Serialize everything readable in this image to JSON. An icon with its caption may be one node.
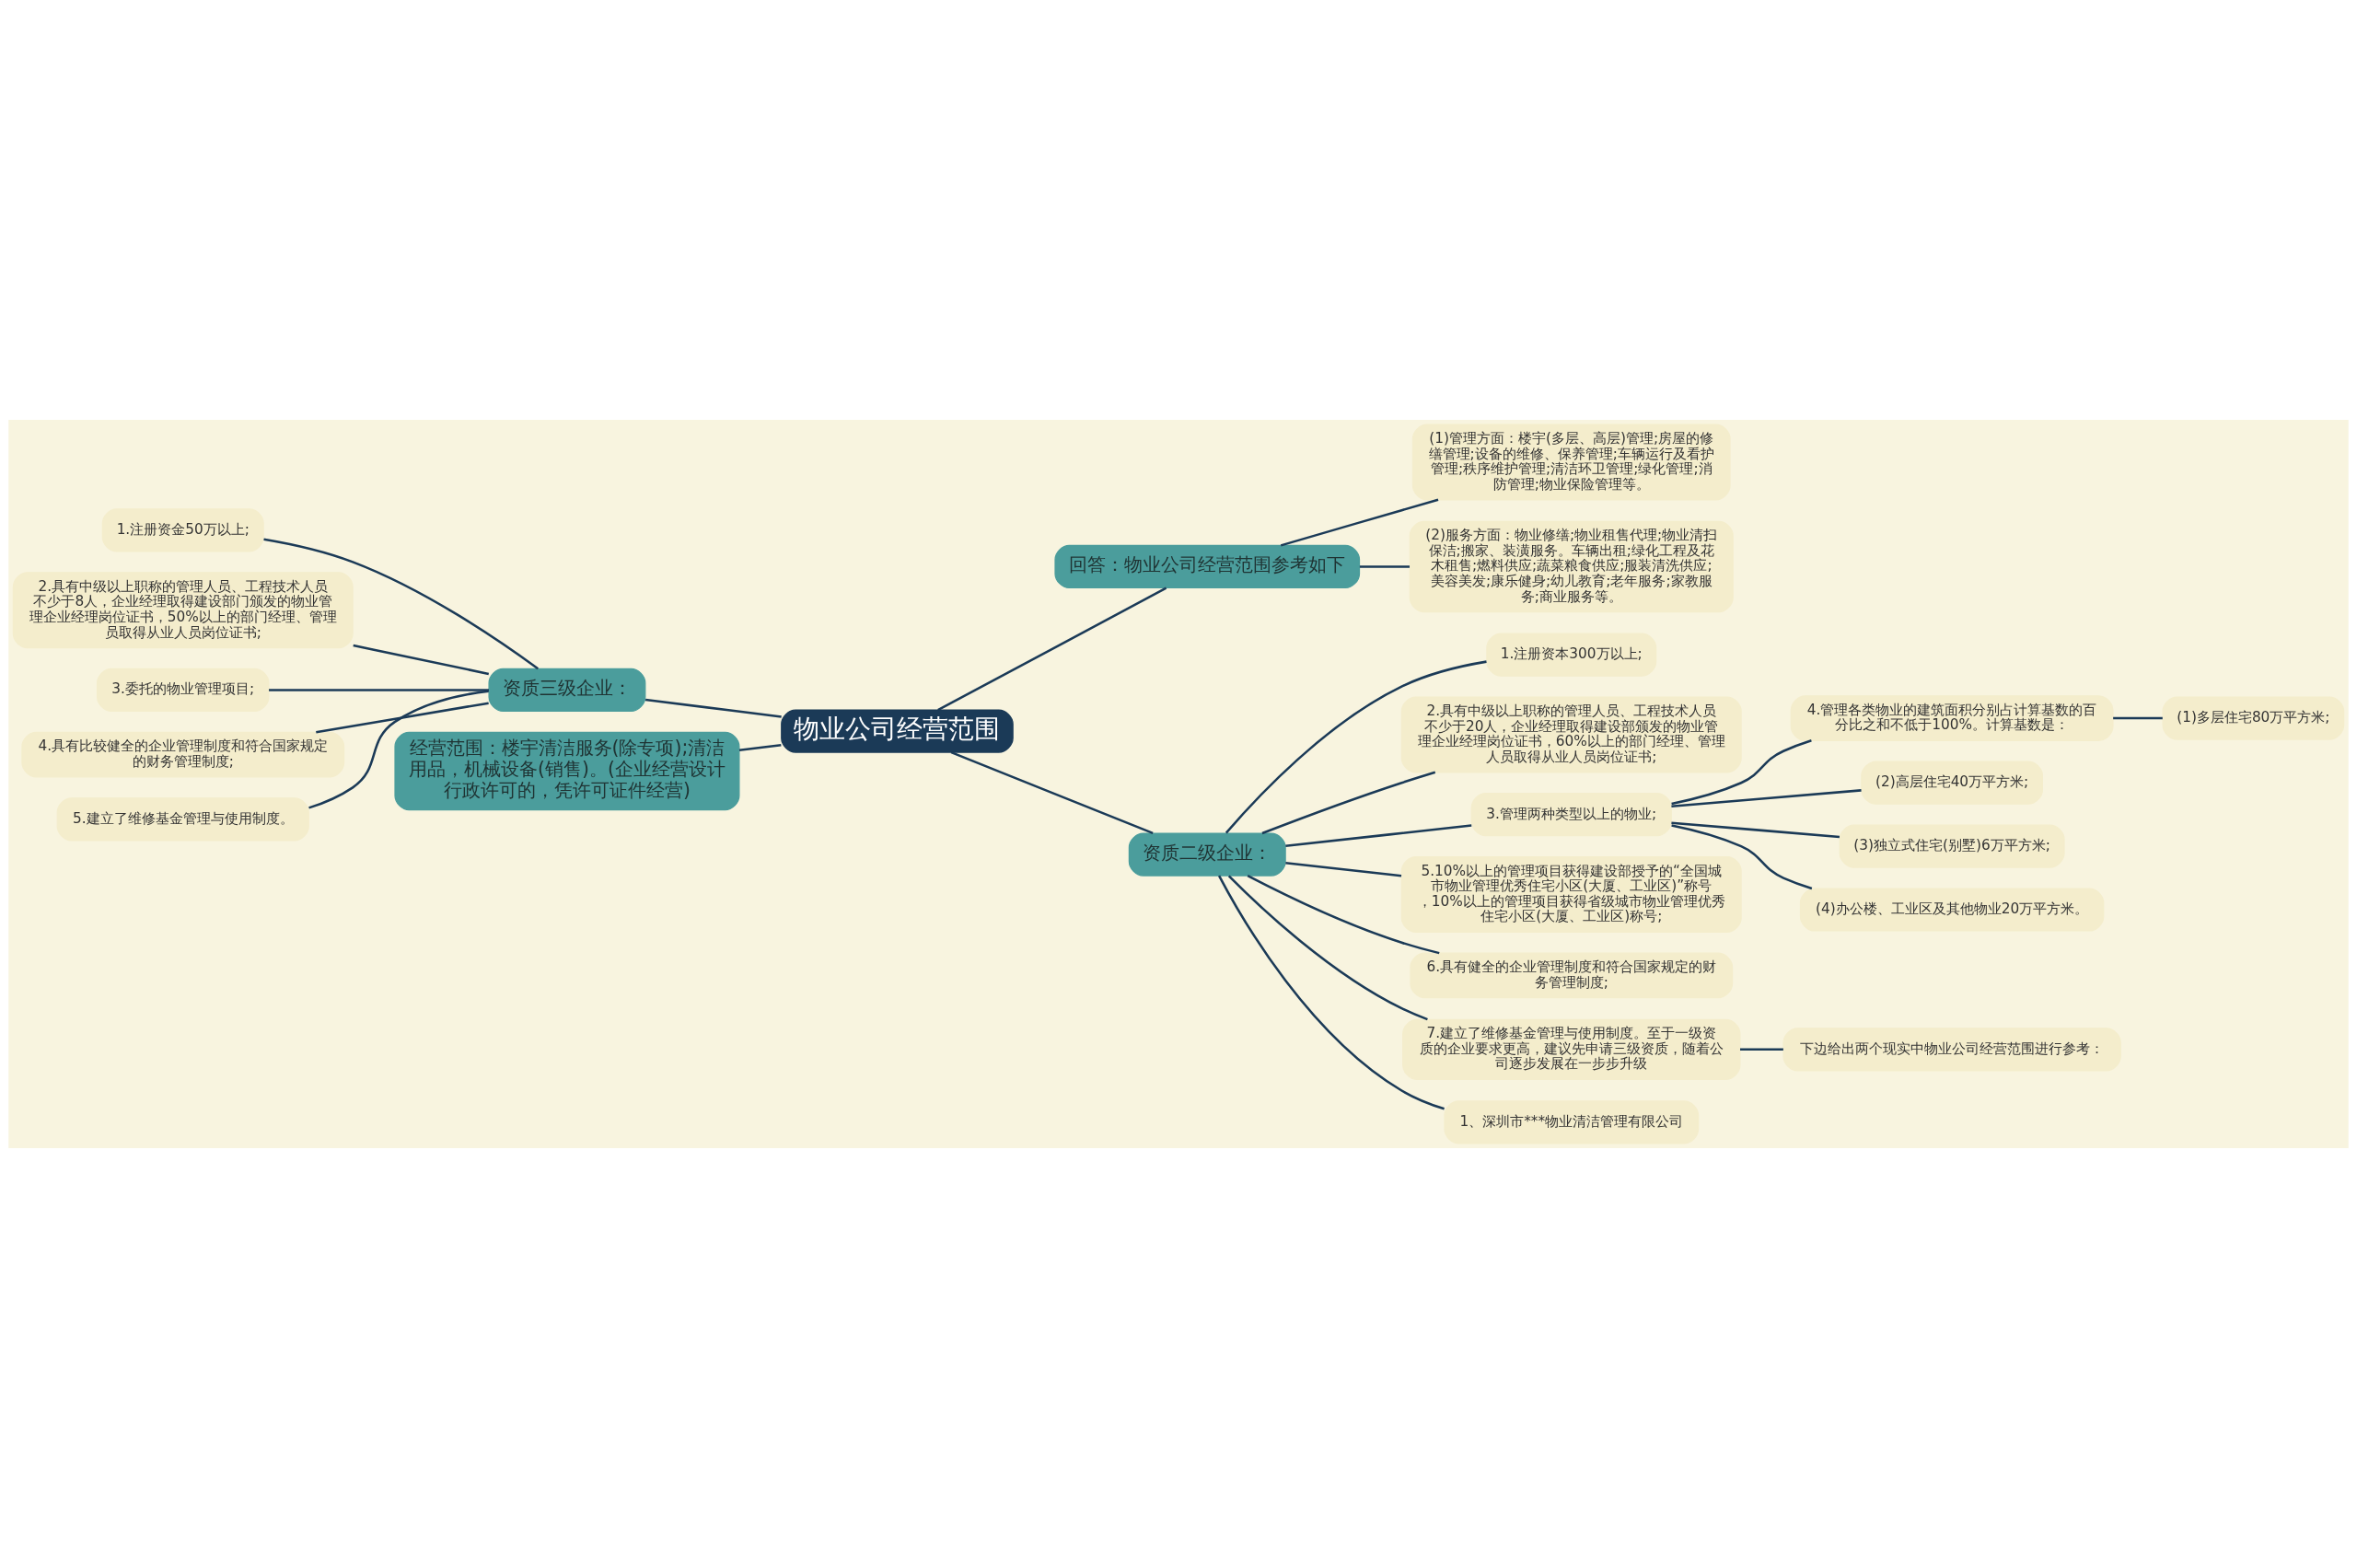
{
  "diagram": {
    "nodes": [
      {
        "text": [
          "物业公司经营范围"
        ]
      },
      {
        "text": [
          "资质三级企业："
        ]
      },
      {
        "text": [
          "1.注册资金50万以上;"
        ]
      },
      {
        "text": [
          "2.具有中级以上职称的管理人员、工程技术人员不少于8人，企业经理取得建设部门颁发的物业管理企业经理岗位证书，50%以上的部门经理、管理员取得从业人员岗位证书;"
        ]
      },
      {
        "text": [
          "3.委托的物业管理项目;"
        ]
      },
      {
        "text": [
          "4.具有比较健全的企业管理制度和符合国家规定的财务管理制度;"
        ]
      },
      {
        "text": [
          "5.建立了维修基金管理与使用制度。"
        ]
      },
      {
        "text": [
          "经营范围：楼宇清洁服务(除专项);清洁用品，机械设备(销售)。(企业经营设计行政许可的，凭许可证件经营)"
        ]
      },
      {
        "text": [
          "回答：物业公司经营范围参考如下"
        ]
      },
      {
        "text": [
          "(1)管理方面：楼宇(多层、高层)管理;房屋的修缮管理;设备的维修、保养管理;车辆运行及看护管理;秩序维护管理;清洁环卫管理;绿化管理;消防管理;物业保险管理等。"
        ]
      },
      {
        "text": [
          "(2)服务方面：物业修缮;物业租售代理;物业清扫保洁;搬家、装潢服务。车辆出租;绿化工程及花木租售;燃料供应;蔬菜粮食供应;服装清洗供应;美容美发;康乐健身;幼儿教育;老年服务;家教服务;商业服务等。"
        ]
      },
      {
        "text": [
          "资质二级企业："
        ]
      },
      {
        "text": [
          "1.注册资本300万以上;"
        ]
      },
      {
        "text": [
          "2.具有中级以上职称的管理人员、工程技术人员不少于20人，企业经理取得建设部颁发的物业管理企业经理岗位证书，60%以上的部门经理、管理人员取得从业人员岗位证书;"
        ]
      },
      {
        "text": [
          "3.管理两种类型以上的物业;"
        ]
      },
      {
        "text": [
          "4.管理各类物业的建筑面积分别占计算基数的百分比之和不低于100%。计算基数是："
        ]
      },
      {
        "text": [
          "(1)多层住宅80万平方米;"
        ]
      },
      {
        "text": [
          "(2)高层住宅40万平方米;"
        ]
      },
      {
        "text": [
          "(3)独立式住宅(别墅)6万平方米;"
        ]
      },
      {
        "text": [
          "(4)办公楼、工业区及其他物业20万平方米。"
        ]
      },
      {
        "text": [
          "5.10%以上的管理项目获得建设部授予的“全国城市物业管理优秀住宅小区(大厦、工业区)”称号，10%以上的管理项目获得省级城市物业管理优秀住宅小区(大厦、工业区)称号;"
        ]
      },
      {
        "text": [
          "6.具有健全的企业管理制度和符合国家规定的财务管理制度;"
        ]
      },
      {
        "text": [
          "7.建立了维修基金管理与使用制度。至于一级资质的企业要求更高，建议先申请三级资质，随着公司逐步发展在一步步升级"
        ]
      },
      {
        "text": [
          "下边给出两个现实中物业公司经营范围进行参考："
        ]
      },
      {
        "text": [
          "1、深圳市***物业清洁管理有限公司"
        ]
      }
    ],
    "edges": [
      {
        "from": 0,
        "to": 1,
        "arrow": "none"
      },
      {
        "from": 1,
        "to": 2,
        "arrow": "none"
      },
      {
        "from": 1,
        "to": 3,
        "arrow": "none"
      },
      {
        "from": 1,
        "to": 4,
        "arrow": "none"
      },
      {
        "from": 1,
        "to": 5,
        "arrow": "none"
      },
      {
        "from": 1,
        "to": 6,
        "arrow": "none"
      },
      {
        "from": 0,
        "to": 7,
        "arrow": "none"
      },
      {
        "from": 0,
        "to": 8,
        "arrow": "none"
      },
      {
        "from": 8,
        "to": 9,
        "arrow": "none"
      },
      {
        "from": 8,
        "to": 10,
        "arrow": "none"
      },
      {
        "from": 0,
        "to": 11,
        "arrow": "none"
      },
      {
        "from": 11,
        "to": 12,
        "arrow": "none"
      },
      {
        "from": 11,
        "to": 13,
        "arrow": "none"
      },
      {
        "from": 11,
        "to": 14,
        "arrow": "none"
      },
      {
        "from": 14,
        "to": 15,
        "arrow": "none"
      },
      {
        "from": 15,
        "to": 16,
        "arrow": "none"
      },
      {
        "from": 14,
        "to": 17,
        "arrow": "none"
      },
      {
        "from": 14,
        "to": 18,
        "arrow": "none"
      },
      {
        "from": 14,
        "to": 19,
        "arrow": "none"
      },
      {
        "from": 11,
        "to": 20,
        "arrow": "none"
      },
      {
        "from": 11,
        "to": 21,
        "arrow": "none"
      },
      {
        "from": 11,
        "to": 22,
        "arrow": "none"
      },
      {
        "from": 22,
        "to": 23,
        "arrow": "none"
      },
      {
        "from": 11,
        "to": 24,
        "arrow": "none"
      }
    ]
  }
}
